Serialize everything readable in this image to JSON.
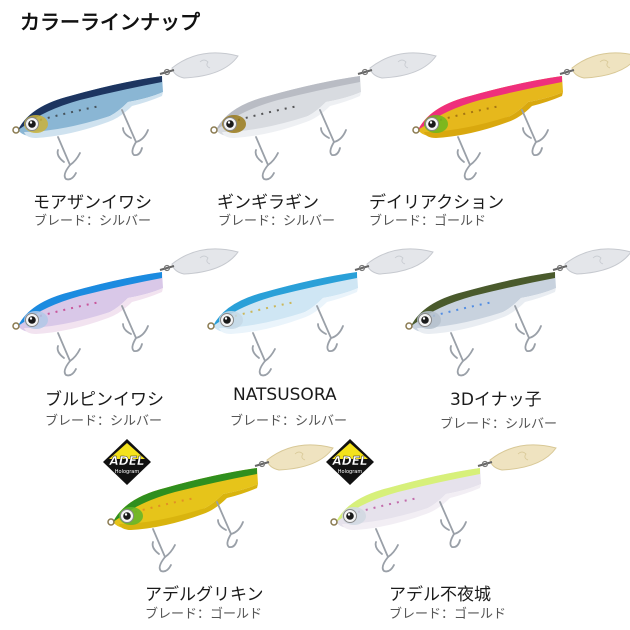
{
  "page": {
    "title": "カラーラインナップ"
  },
  "lures": [
    {
      "name": "モアザンイワシ",
      "blade": "ブレード：シルバー",
      "blade_type": "silver",
      "colors": {
        "back": "#1d3560",
        "belly": "#cfe2ef",
        "mid": "#8ab6d4",
        "head": "#c9b23a",
        "accent": "#2b2b2b"
      },
      "adel": false
    },
    {
      "name": "ギンギラギン",
      "blade": "ブレード：シルバー",
      "blade_type": "silver",
      "colors": {
        "back": "#b9bcc4",
        "belly": "#eef0f3",
        "mid": "#d8dbe0",
        "head": "#9a7a1a",
        "accent": "#1c1c1c"
      },
      "adel": false
    },
    {
      "name": "デイリアクション",
      "blade": "ブレード：ゴールド",
      "blade_type": "gold",
      "colors": {
        "back": "#ef2f7c",
        "belly": "#d9a80e",
        "mid": "#e6b81c",
        "head": "#6ab61e",
        "accent": "#8a5a10"
      },
      "adel": false
    },
    {
      "name": "ブルピンイワシ",
      "blade": "ブレード：シルバー",
      "blade_type": "silver",
      "colors": {
        "back": "#1b8be0",
        "belly": "#f2e3f0",
        "mid": "#d9c8e8",
        "head": "#b0c8e6",
        "accent": "#c2257a"
      },
      "adel": false
    },
    {
      "name": "NATSUSORA",
      "blade": "ブレード：シルバー",
      "blade_type": "silver",
      "colors": {
        "back": "#2aa0d8",
        "belly": "#eaf4fb",
        "mid": "#cfe6f4",
        "head": "#c6d8e6",
        "accent": "#c9a21a"
      },
      "adel": false
    },
    {
      "name": "3Dイナッ子",
      "blade": "ブレード：シルバー",
      "blade_type": "silver",
      "colors": {
        "back": "#4a5a2c",
        "belly": "#e9edf2",
        "mid": "#c8d2de",
        "head": "#b5c1cc",
        "accent": "#1e6fe6"
      },
      "adel": false
    },
    {
      "name": "アデルグリキン",
      "blade": "ブレード：ゴールド",
      "blade_type": "gold",
      "colors": {
        "back": "#2f8f1e",
        "belly": "#d9b40e",
        "mid": "#e6c41a",
        "head": "#5fb52a",
        "accent": "#e07a2a"
      },
      "adel": true
    },
    {
      "name": "アデル不夜城",
      "blade": "ブレード：ゴールド",
      "blade_type": "gold",
      "colors": {
        "back": "#d7f07a",
        "belly": "#f2eef4",
        "mid": "#e6e2ec",
        "head": "#d0d8e2",
        "accent": "#b33a90"
      },
      "adel": true
    }
  ],
  "badge": {
    "text": "ADEL",
    "subtext": "Hologram"
  },
  "theme": {
    "blade_silver": "#e4e6ea",
    "blade_silver_edge": "#c6c9cf",
    "blade_gold": "#efe3c0",
    "blade_gold_edge": "#d8c896",
    "hook": "#9aa0a8",
    "badge_yellow": "#f4e21c"
  }
}
